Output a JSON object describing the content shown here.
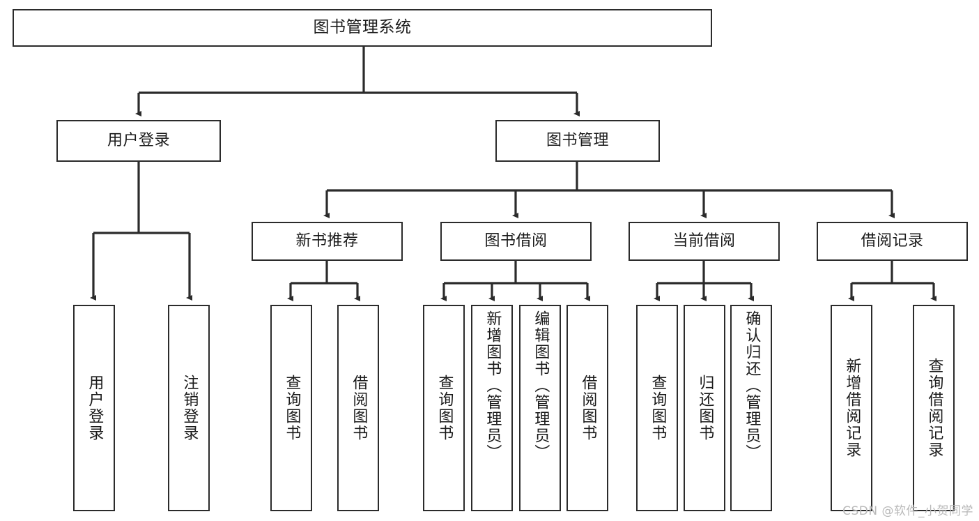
{
  "diagram": {
    "title": "图书管理系统",
    "watermark": "CSDN @软件_小贺同学",
    "line_color": "#2b2b2b",
    "background": "#ffffff",
    "nodes": {
      "root": "图书管理系统",
      "level2": {
        "user_login": "用户登录",
        "book_manage": "图书管理"
      },
      "level3": {
        "new_book_rec": "新书推荐",
        "book_borrow": "图书借阅",
        "current_borrow": "当前借阅",
        "borrow_record": "借阅记录"
      },
      "leaves": {
        "user_login_1": "用户登录",
        "user_login_2": "注销登录",
        "new_book_1": "查询图书",
        "new_book_2": "借阅图书",
        "borrow_1": "查询图书",
        "borrow_2": "新增图书（管理员）",
        "borrow_3": "编辑图书（管理员）",
        "borrow_4": "借阅图书",
        "current_1": "查询图书",
        "current_2": "归还图书",
        "current_3": "确认归还（管理员）",
        "record_1": "新增借阅记录",
        "record_2": "查询借阅记录"
      }
    }
  }
}
